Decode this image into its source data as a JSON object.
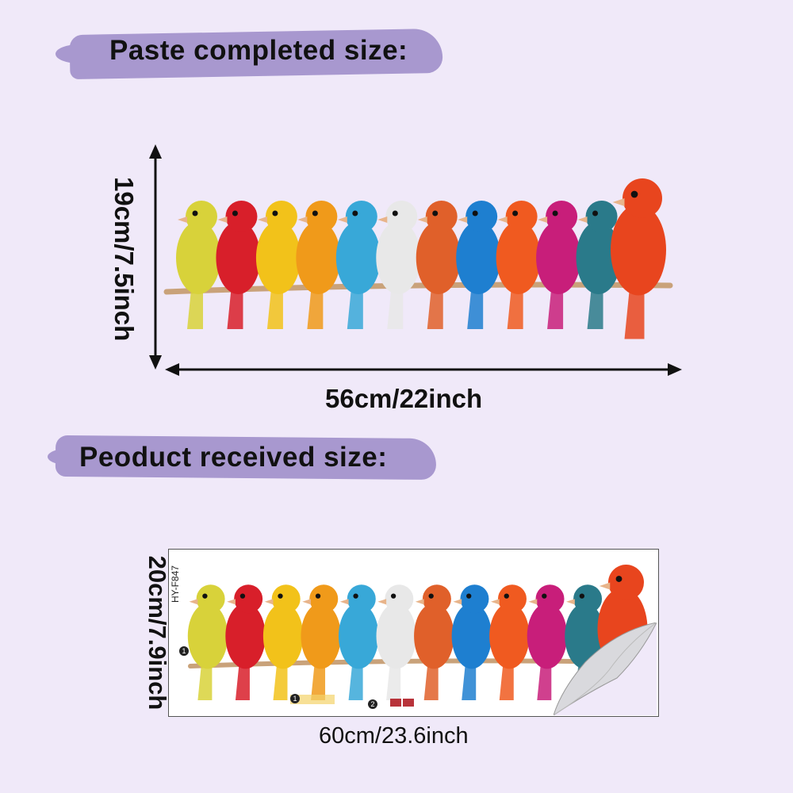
{
  "sections": {
    "completed": {
      "heading": "Paste completed size:",
      "height_label": "19cm/7.5inch",
      "width_label": "56cm/22inch"
    },
    "received": {
      "heading": "Peoduct received size:",
      "height_label": "20cm/7.9inch",
      "width_label": "60cm/23.6inch",
      "product_code": "HY-F847",
      "badge_1": "1",
      "badge_2": "2"
    }
  },
  "colors": {
    "background": "#f0e9f9",
    "brush": "#a898cf",
    "birds": [
      "#d8d23a",
      "#d81f2a",
      "#f2c21a",
      "#f09a1a",
      "#38a8d8",
      "#e8e8e8",
      "#e0602a",
      "#1e7fd0",
      "#f05a20",
      "#c81e7a",
      "#2a7a8a",
      "#e8451e"
    ]
  }
}
